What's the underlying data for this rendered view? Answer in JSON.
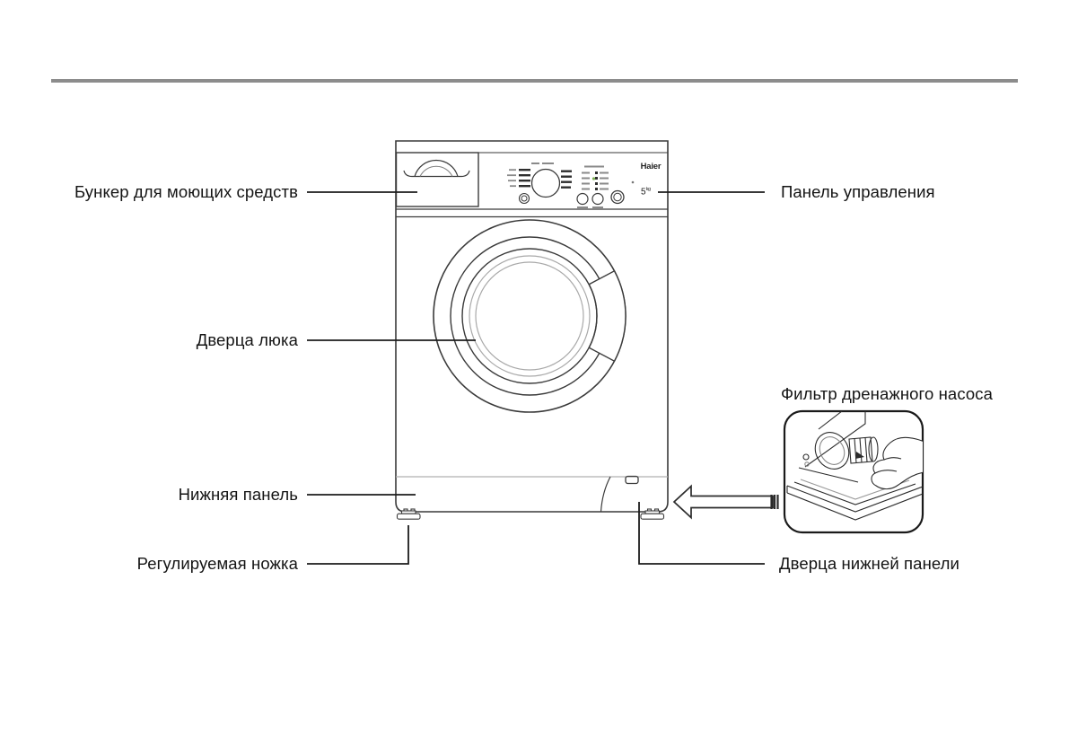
{
  "diagram": {
    "machine": {
      "brand": "Haier",
      "capacity": "5",
      "capacity_unit": "kg"
    },
    "callouts": {
      "detergent_drawer": "Бункер для моющих средств",
      "control_panel": "Панель управления",
      "door": "Дверца люка",
      "bottom_panel": "Нижняя панель",
      "adjustable_foot": "Регулируемая ножка",
      "drain_pump_filter": "Фильтр дренажного насоса",
      "bottom_panel_door": "Дверца нижней панели"
    },
    "colors": {
      "divider": "#8c8c8c",
      "outline": "#3a3a3a",
      "outline_light": "#a9a9a9",
      "text": "#141414"
    }
  }
}
